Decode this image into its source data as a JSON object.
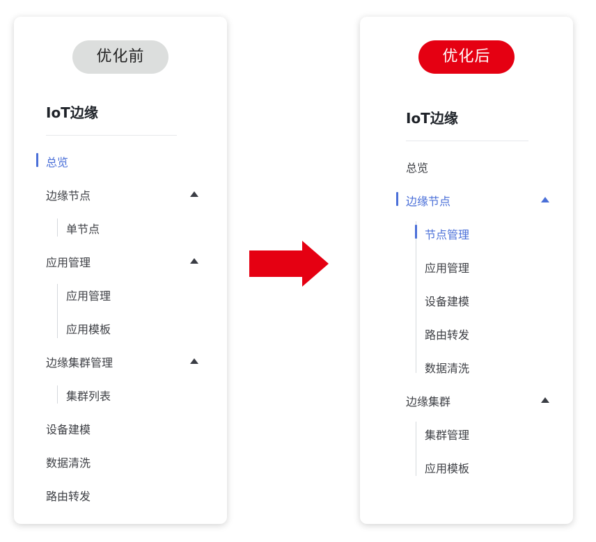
{
  "before": {
    "badge": "优化前",
    "title": "IoT边缘",
    "items": [
      "总览",
      "边缘节点",
      "单节点",
      "应用管理",
      "应用管理",
      "应用模板",
      "边缘集群管理",
      "集群列表",
      "设备建模",
      "数据清洗",
      "路由转发"
    ],
    "active_item": "总览"
  },
  "after": {
    "badge": "优化后",
    "title": "IoT边缘",
    "items": [
      "总览",
      "边缘节点",
      "节点管理",
      "应用管理",
      "设备建模",
      "路由转发",
      "数据清洗",
      "边缘集群",
      "集群管理",
      "应用模板"
    ],
    "active_item": "节点管理"
  },
  "colors": {
    "accent_blue": "#4a6fd8",
    "badge_before_bg": "#dcdedd",
    "badge_after_bg": "#e50012",
    "arrow": "#e50012"
  },
  "icons": {
    "expand": "caret-up-icon",
    "transition": "right-arrow-icon"
  }
}
